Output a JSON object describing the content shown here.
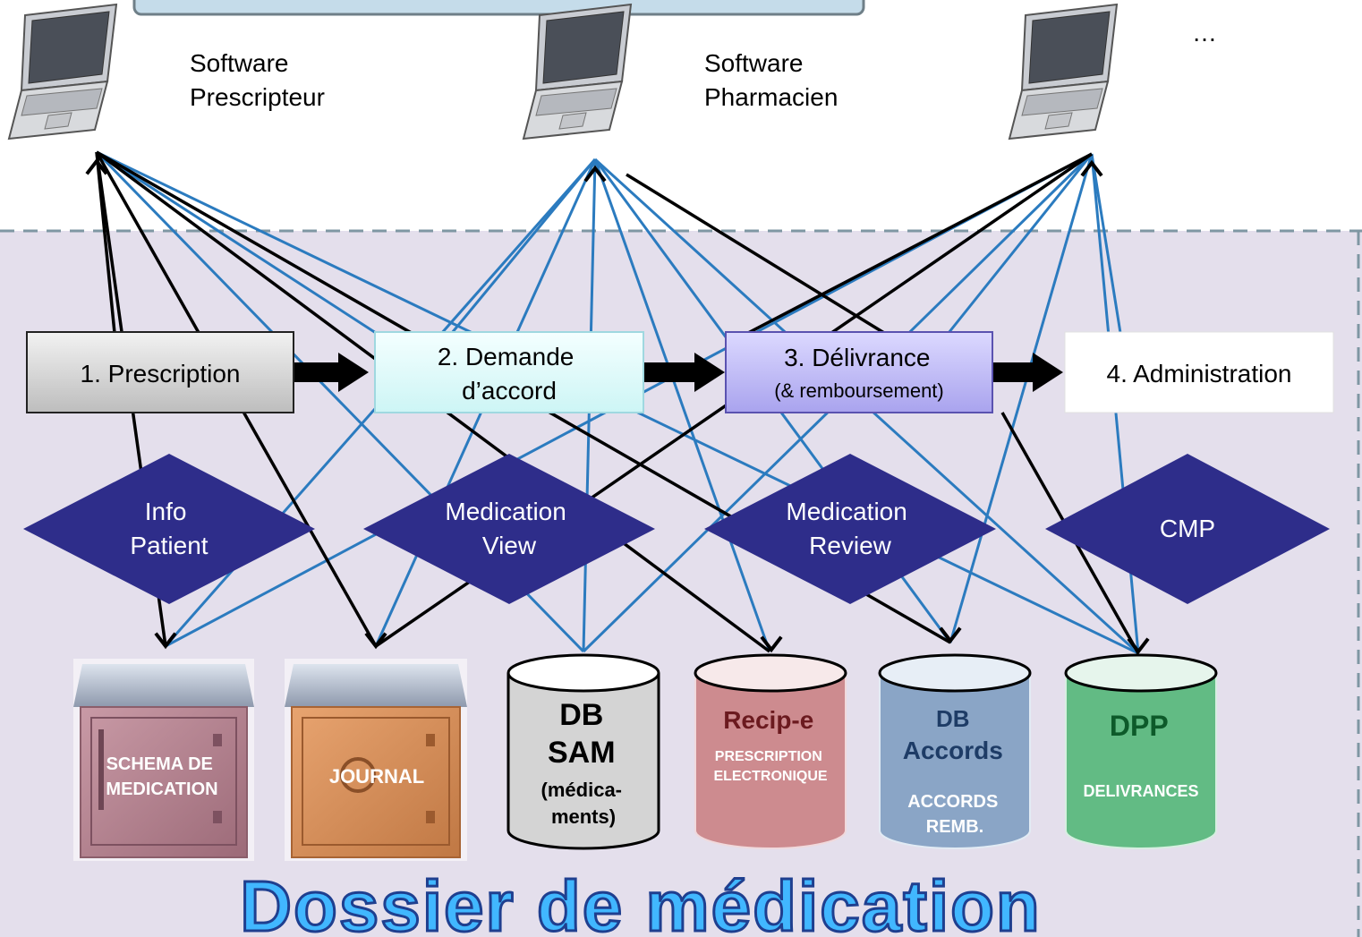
{
  "software": {
    "prescripteur": [
      "Software",
      "Prescripteur"
    ],
    "pharmacien": [
      "Software",
      "Pharmacien"
    ],
    "other": "…"
  },
  "steps": {
    "prescription": "1. Prescription",
    "demande": [
      "2. Demande",
      "d’accord"
    ],
    "delivrance": [
      "3. Délivrance",
      "(& remboursement)"
    ],
    "administration": "4. Administration"
  },
  "services": {
    "info_patient": [
      "Info",
      "Patient"
    ],
    "medication_view": [
      "Medication",
      "View"
    ],
    "medication_review": [
      "Medication",
      "Review"
    ],
    "cmp": "CMP"
  },
  "stores": {
    "schema": [
      "SCHEMA DE",
      "MEDICATION"
    ],
    "journal": "JOURNAL",
    "sam": [
      "DB",
      "SAM",
      "(médica-",
      "ments)"
    ],
    "recip": [
      "Recip-e",
      "PRESCRIPTION",
      "ELECTRONIQUE"
    ],
    "accords": [
      "DB",
      "Accords",
      "ACCORDS",
      "REMB."
    ],
    "dpp": [
      "DPP",
      "DELIVRANCES"
    ]
  },
  "footer": {
    "title": "Dossier de médication"
  },
  "colors": {
    "panel": "#e4dfec",
    "dash": "#7f97a3",
    "diamond": "#2e2d8a",
    "blue_line": "#2b7bbf",
    "black_line": "#000000",
    "title_fill": "#41b7ff",
    "title_stroke": "#1f3f8f"
  }
}
